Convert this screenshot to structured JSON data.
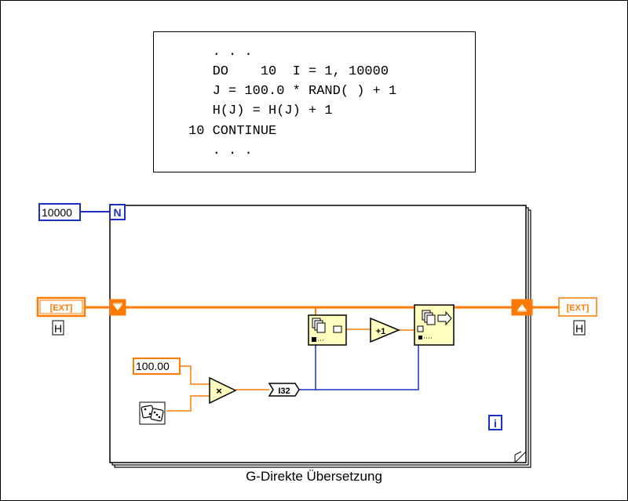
{
  "code": {
    "lines": [
      "   . . .",
      "   DO    10  I = 1, 10000",
      "   J = 100.0 * RAND( ) + 1",
      "   H(J) = H(J) + 1",
      "10 CONTINUE",
      "   . . ."
    ]
  },
  "diagram": {
    "count_constant": "10000",
    "count_terminal": "N",
    "iteration_terminal": "i",
    "array_in_type": "[EXT]",
    "array_out_type": "[EXT]",
    "array_in_label": "H",
    "array_out_label": "H",
    "multiplier_constant": "100.00",
    "multiply_symbol": "×",
    "convert_label": "I32",
    "increment_label": "+1",
    "colors": {
      "numeric_wire": "#ff7a00",
      "integer_wire": "#1b2fc4",
      "loop_border": "#000000",
      "node_fill": "#ffffc0"
    },
    "icons": [
      "dice-icon",
      "index-array-icon",
      "increment-icon",
      "replace-array-subset-icon",
      "shift-register-left-icon",
      "shift-register-right-icon"
    ]
  },
  "caption": "G-Direkte Übersetzung"
}
